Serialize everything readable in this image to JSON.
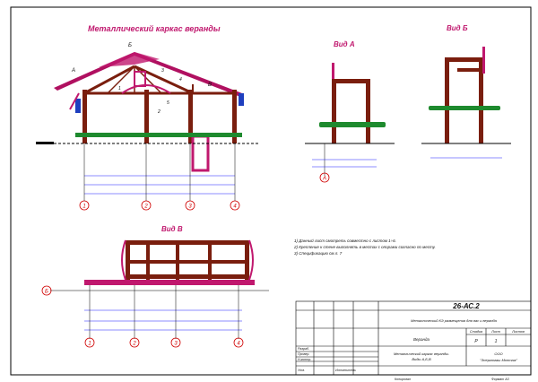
{
  "drawing": {
    "main_title": "Металлический каркас веранды",
    "view_a_title": "Вид А",
    "view_b_title": "Вид Б",
    "view_v_title": "Вид В",
    "notes": [
      "1) Данный лист смотреть совместно с листом 1÷6.",
      "2) Крепление к стене выполнять в местах с опорами согласно по месту.",
      "3) Спецификацию см.л. 7"
    ],
    "axes_main": [
      "1",
      "2",
      "3",
      "4"
    ],
    "axes_plan": [
      "1",
      "2",
      "3",
      "4"
    ],
    "axis_a": "А",
    "axis_b_label": "Б",
    "label_main": [
      "Б",
      "А",
      "В",
      "2",
      "1",
      "4",
      "5",
      "3"
    ],
    "colors": {
      "frame": "#7a1e0e",
      "roof": "#b01060",
      "accent": "#c0186e",
      "green": "#1e8a2e",
      "blue": "#1f3fbf",
      "dim": "#1a1aff",
      "axis": "#d00000"
    }
  },
  "title_block": {
    "code": "26-АС.2",
    "description": "Металлический КЭ размещения для вас и веранда",
    "stage_header": "Стадия",
    "sheet_header": "Лист",
    "sheets_header": "Листов",
    "stage": "Р",
    "sheet": "1",
    "sheets": "",
    "object": "Веранда",
    "doc_name_line1": "Металлический каркас веранды.",
    "doc_name_line2": "Виды А,Б,В",
    "org_line1": "ООО",
    "org_line2": "\"Энергомаш Монтаж\"",
    "roles": [
      "Разраб.",
      "Провер.",
      "Н.контр.",
      "Утв."
    ],
    "signer": "Исполнитель",
    "footer_left": "Копировал",
    "footer_right": "Формат А3"
  }
}
